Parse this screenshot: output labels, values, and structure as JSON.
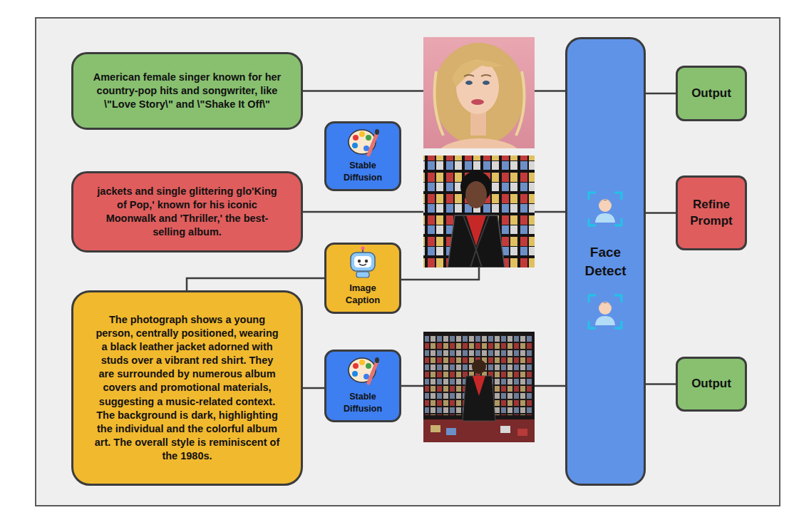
{
  "diagram": {
    "nodes": [
      {
        "text": [
          "American female singer known for her country-pop hits and songwriter, like \\\"Love Story\\\" and \\\"Shake It Off\\\""
        ]
      },
      {
        "text": [
          "Stable Diffusion"
        ]
      },
      {
        "text": [
          "jackets and single glittering glo'King of Pop,' known for his iconic Moonwalk and 'Thriller,' the best-selling album."
        ]
      },
      {
        "text": [
          "Image Caption"
        ]
      },
      {
        "text": [
          "The photograph shows a young person, centrally positioned, wearing a black leather jacket adorned with studs over a vibrant red shirt. They are surrounded by numerous album covers and promotional materials, suggesting a music-related context. The background is dark, highlighting the individual and the colorful album art. The overall style is reminiscent of the 1980s."
        ]
      },
      {
        "text": [
          "Stable Diffusion"
        ]
      },
      {
        "text": [
          "Face Detect"
        ]
      },
      {
        "text": [
          "Output"
        ]
      },
      {
        "text": [
          "Refine Prompt"
        ]
      },
      {
        "text": [
          "Output"
        ]
      }
    ],
    "edges": [
      {
        "from": 0,
        "to": 6,
        "arrow": "none"
      },
      {
        "from": 2,
        "to": 6,
        "arrow": "none"
      },
      {
        "from": 3,
        "to": 4,
        "arrow": "none"
      },
      {
        "from": 4,
        "to": 5,
        "arrow": "none"
      },
      {
        "from": 5,
        "to": 6,
        "arrow": "none"
      },
      {
        "from": 6,
        "to": 7,
        "arrow": "none"
      },
      {
        "from": 6,
        "to": 8,
        "arrow": "none"
      },
      {
        "from": 6,
        "to": 9,
        "arrow": "none"
      }
    ]
  }
}
